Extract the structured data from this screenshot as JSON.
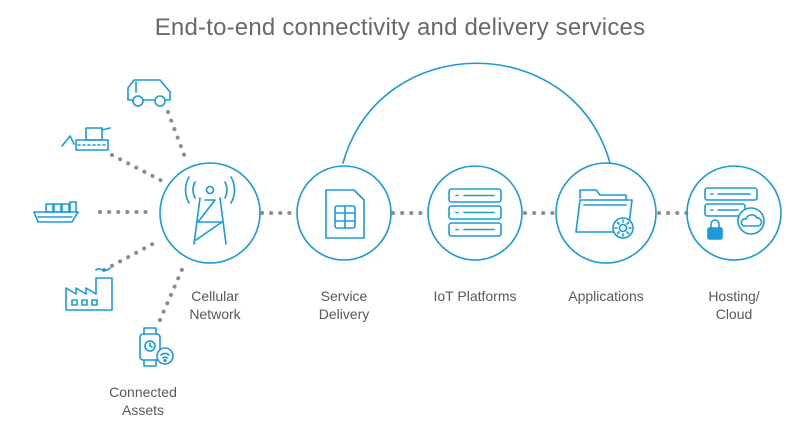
{
  "title": "End-to-end connectivity and delivery services",
  "colors": {
    "accent": "#1a9bd7",
    "dots": "#8c8c8c",
    "text": "#555a5e",
    "title": "#666a6e"
  },
  "stages": [
    {
      "id": "cellular",
      "label": "Cellular\nNetwork",
      "icon": "cell-tower-icon"
    },
    {
      "id": "service",
      "label": "Service\nDelivery",
      "icon": "sim-card-icon"
    },
    {
      "id": "iot",
      "label": "IoT Platforms",
      "icon": "server-stack-icon"
    },
    {
      "id": "apps",
      "label": "Applications",
      "icon": "folder-gear-icon"
    },
    {
      "id": "hosting",
      "label": "Hosting/\nCloud",
      "icon": "server-lock-cloud-icon"
    }
  ],
  "assets": {
    "label": "Connected\nAssets",
    "icons": [
      "car-icon",
      "bulldozer-icon",
      "ship-icon",
      "factory-icon",
      "smartwatch-icon"
    ]
  }
}
